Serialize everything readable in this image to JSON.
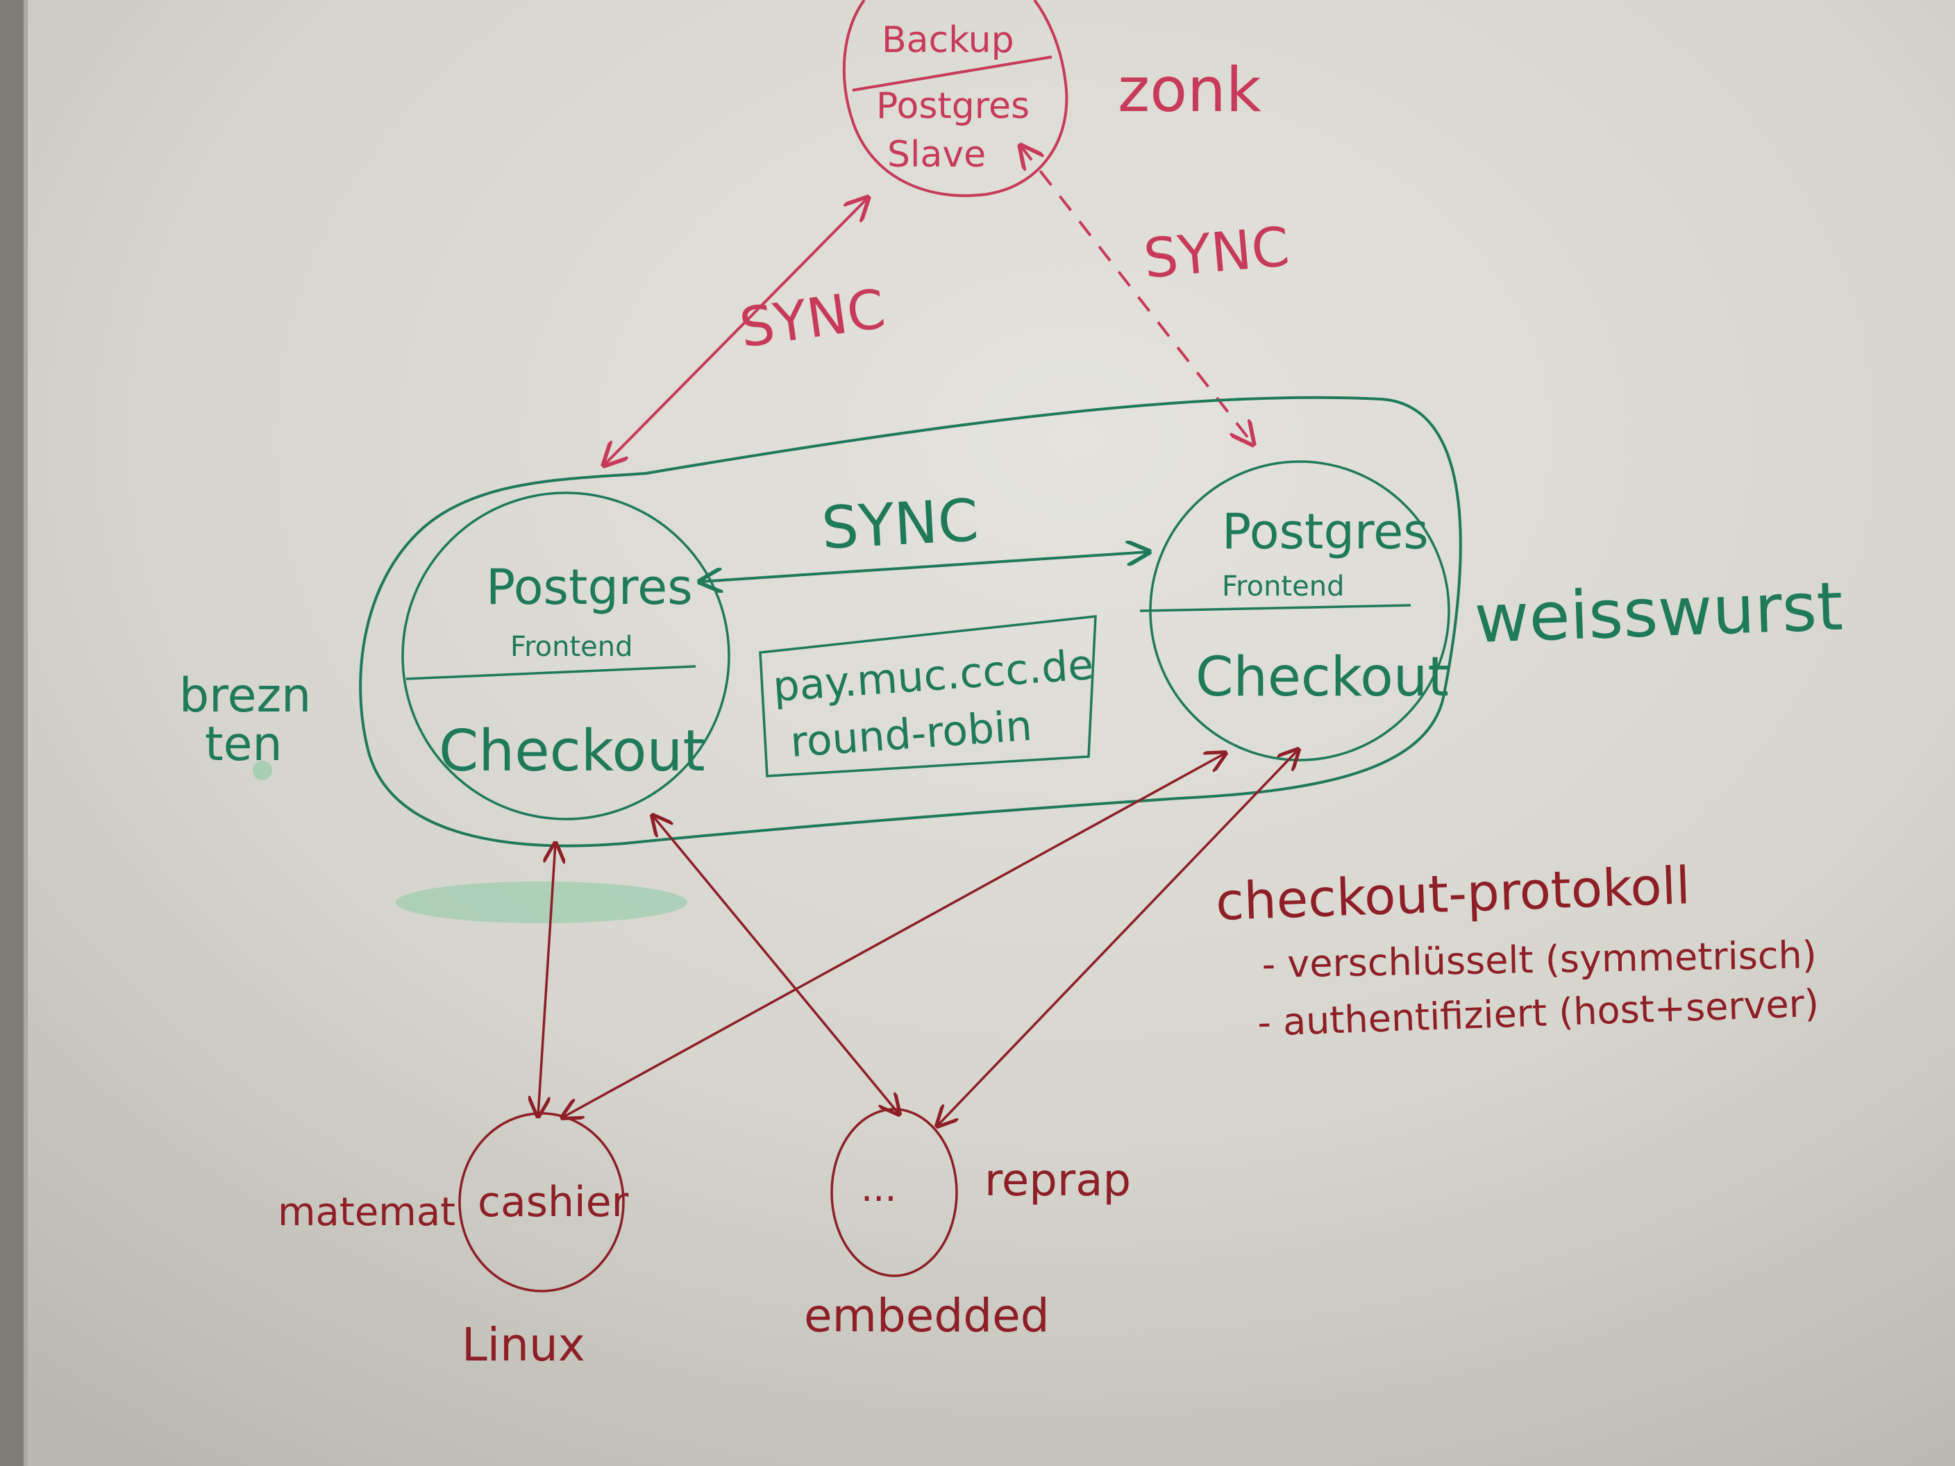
{
  "colors": {
    "green": "#1f7a5a",
    "pink": "#c83a5a",
    "red": "#8e1f26"
  },
  "labels": {
    "backup": "Backup",
    "slave_postgres": "Postgres",
    "slave": "Slave",
    "zonk": "zonk",
    "sync_left": "SYNC",
    "sync_right": "SYNC",
    "sync_middle": "SYNC",
    "left_postgres": "Postgres",
    "left_frontend": "Frontend",
    "left_checkout": "Checkout",
    "right_postgres": "Postgres",
    "right_frontend": "Frontend",
    "right_checkout": "Checkout",
    "domain_line1": "pay.muc.ccc.de",
    "domain_line2": "round-robin",
    "brezn_line1": "brezn",
    "brezn_line2": "ten",
    "weisswurst": "weisswurst",
    "protocol_title": "checkout-protokoll",
    "protocol_item1": "- verschlüsselt (symmetrisch)",
    "protocol_item2": "- authentifiziert (host+server)",
    "cashier": "cashier",
    "matemat": "matemat",
    "linux": "Linux",
    "dots": "...",
    "reprap": "reprap",
    "embedded": "embedded"
  }
}
